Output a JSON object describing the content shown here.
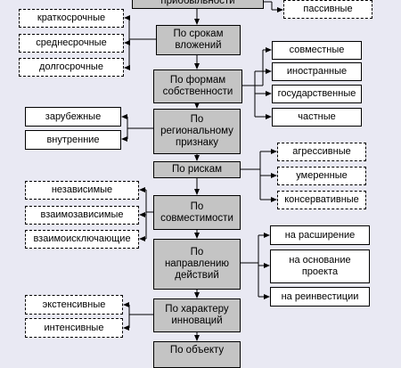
{
  "center_boxes": [
    "приобыльности",
    "По срокам\nвложений",
    "По формам\nсобственности",
    "По\nрегиональному\nпризнаку",
    "По рискам",
    "По\nсовместимости",
    "По\nнаправлению\nдействий",
    "По характеру\nинноваций",
    "По объекту"
  ],
  "leaves": {
    "profitability": [
      "пассивные"
    ],
    "terms": [
      "краткосрочные",
      "среднесрочные",
      "долгосрочные"
    ],
    "ownership": [
      "совместные",
      "иностранные",
      "государственные",
      "частные"
    ],
    "regional": [
      "зарубежные",
      "внутренние"
    ],
    "risk": [
      "агрессивные",
      "умеренные",
      "консервативные"
    ],
    "compatibility": [
      "независимые",
      "взаимозависимые",
      "взаимоисключающие"
    ],
    "direction": [
      "на расширение",
      "на основание\nпроекта",
      "на реинвестиции"
    ],
    "innovation": [
      "экстенсивные",
      "интенсивные"
    ]
  }
}
